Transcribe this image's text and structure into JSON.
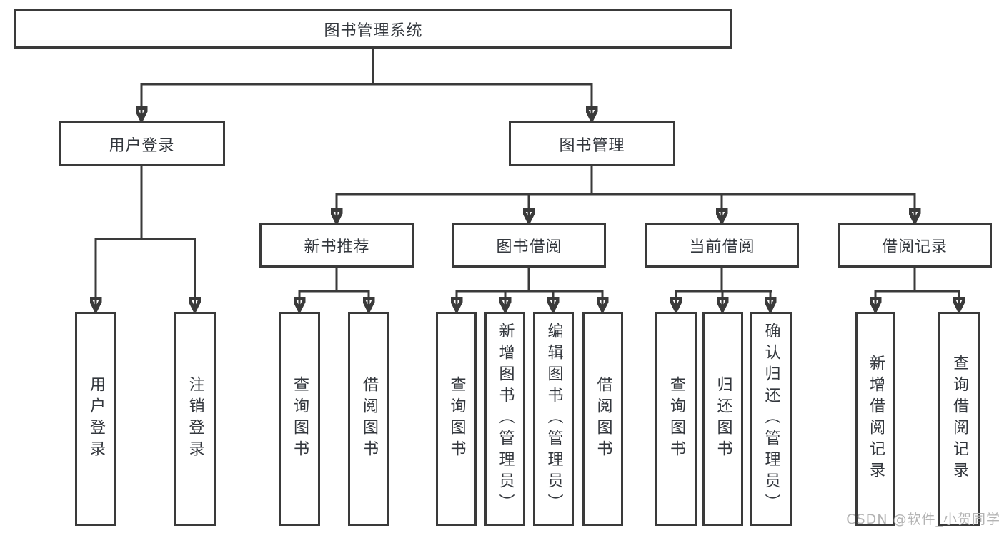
{
  "diagram": {
    "root": {
      "label": "图书管理系统"
    },
    "branches": [
      {
        "label": "用户登录",
        "children": [
          {
            "label": "用户登录"
          },
          {
            "label": "注销登录"
          }
        ]
      },
      {
        "label": "图书管理",
        "children": [
          {
            "label": "新书推荐",
            "children": [
              {
                "label": "查询图书"
              },
              {
                "label": "借阅图书"
              }
            ]
          },
          {
            "label": "图书借阅",
            "children": [
              {
                "label": "查询图书"
              },
              {
                "label": "新增图书（管理员）"
              },
              {
                "label": "编辑图书（管理员）"
              },
              {
                "label": "借阅图书"
              }
            ]
          },
          {
            "label": "当前借阅",
            "children": [
              {
                "label": "查询图书"
              },
              {
                "label": "归还图书"
              },
              {
                "label": "确认归还（管理员）"
              }
            ]
          },
          {
            "label": "借阅记录",
            "children": [
              {
                "label": "新增借阅记录"
              },
              {
                "label": "查询借阅记录"
              }
            ]
          }
        ]
      }
    ]
  },
  "watermark": {
    "text": "CSDN @软件_小贺同学"
  },
  "colors": {
    "line": "#3a3a3a",
    "border": "#3a3a3a",
    "text": "#33373d",
    "watermark": "#b3b3b3",
    "background": "#ffffff"
  }
}
